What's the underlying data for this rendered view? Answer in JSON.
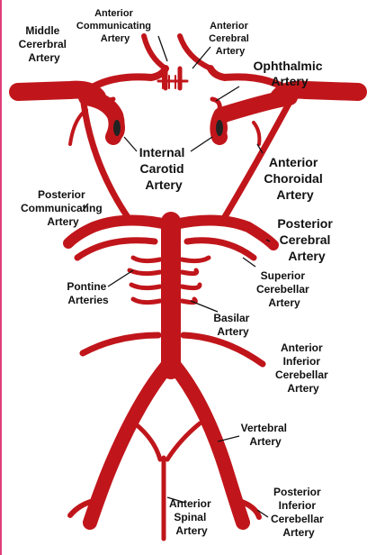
{
  "diagram": {
    "vessel_color": "#c0161b",
    "label_color": "#111111",
    "labels": {
      "anterior_communicating": [
        "Anterior",
        "Communicating",
        "Artery"
      ],
      "middle_cerebral": [
        "Middle",
        "Cererbral",
        "Artery"
      ],
      "anterior_cerebral": [
        "Anterior",
        "Cerebral",
        "Artery"
      ],
      "ophthalmic": [
        "Ophthalmic",
        "Artery"
      ],
      "internal_carotid": [
        "Internal",
        "Carotid",
        "Artery"
      ],
      "anterior_choroidal": [
        "Anterior",
        "Choroidal",
        "Artery"
      ],
      "posterior_communicating": [
        "Posterior",
        "Communicating",
        "Artery"
      ],
      "posterior_cerebral": [
        "Posterior",
        "Cerebral",
        "Artery"
      ],
      "superior_cerebellar": [
        "Superior",
        "Cerebellar",
        "Artery"
      ],
      "pontine": [
        "Pontine",
        "Arteries"
      ],
      "basilar": [
        "Basilar",
        "Artery"
      ],
      "anterior_inferior_cerebellar": [
        "Anterior",
        "Inferior",
        "Cerebellar",
        "Artery"
      ],
      "vertebral": [
        "Vertebral",
        "Artery"
      ],
      "anterior_spinal": [
        "Anterior",
        "Spinal",
        "Artery"
      ],
      "posterior_inferior_cerebellar": [
        "Posterior",
        "Inferior",
        "Cerebellar",
        "Artery"
      ]
    }
  }
}
